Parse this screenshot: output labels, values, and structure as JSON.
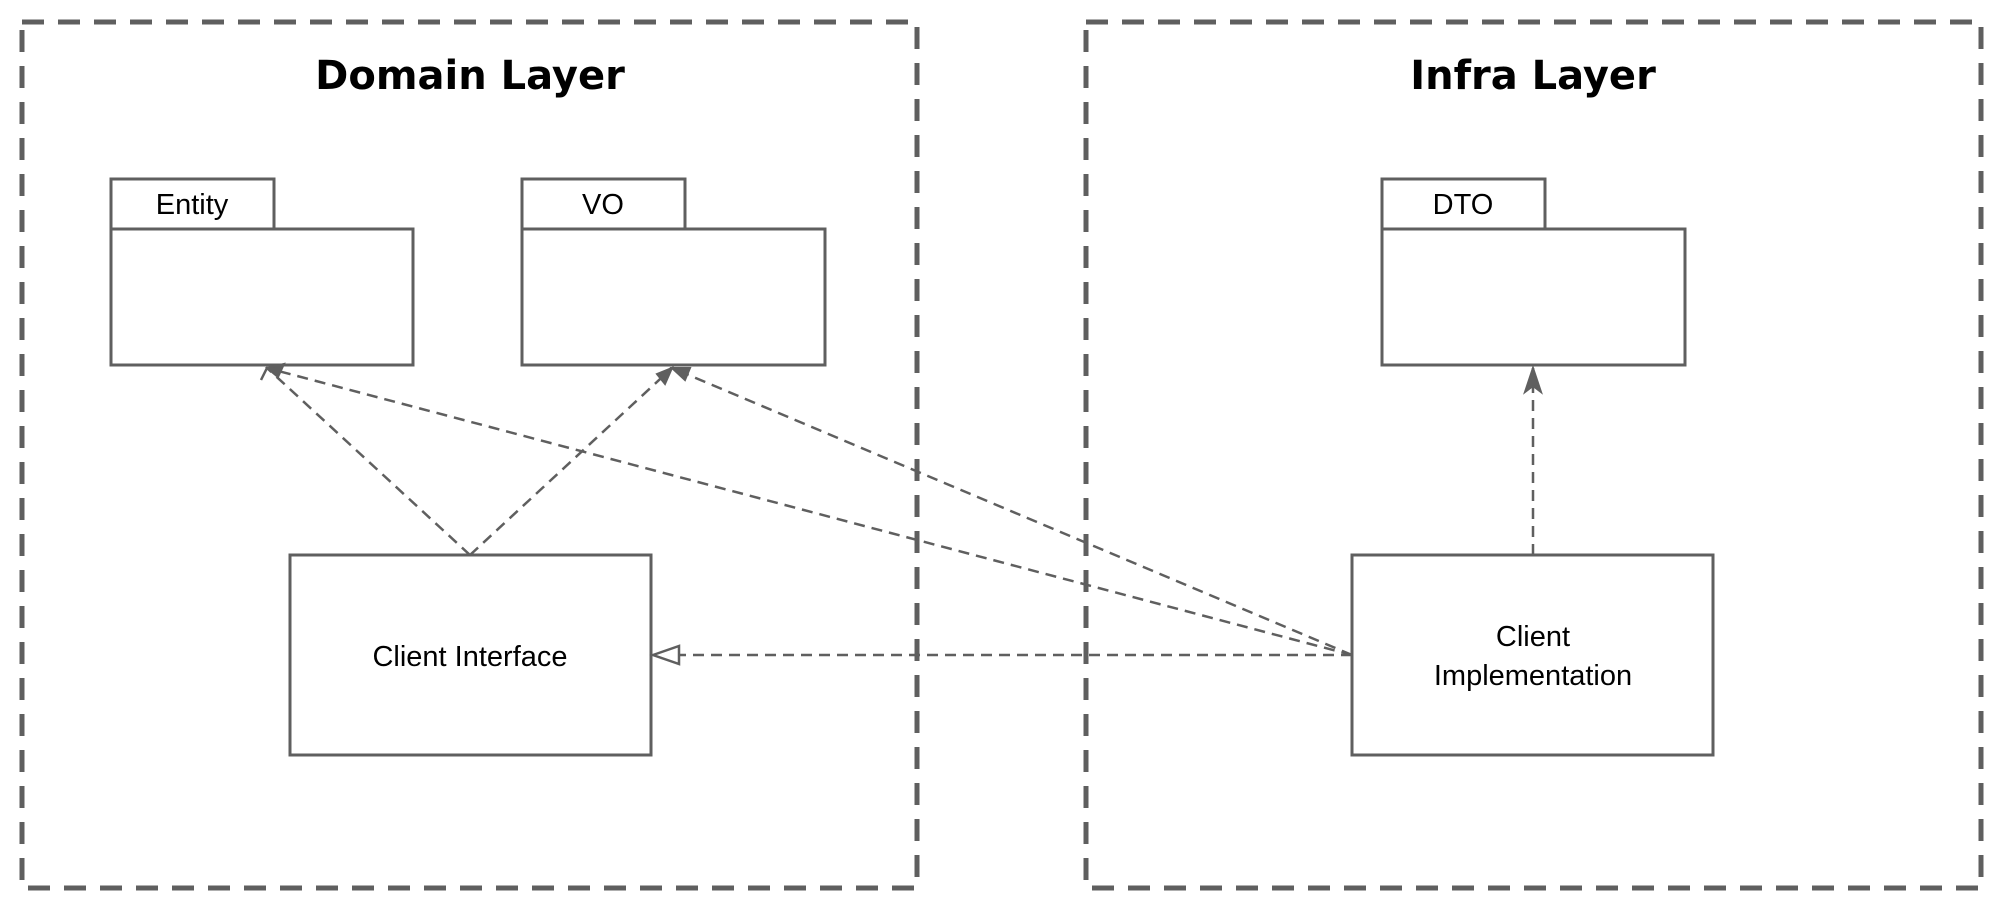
{
  "layers": {
    "domain": {
      "title": "Domain Layer"
    },
    "infra": {
      "title": "Infra Layer"
    }
  },
  "packages": {
    "entity": {
      "label": "Entity"
    },
    "vo": {
      "label": "VO"
    },
    "dto": {
      "label": "DTO"
    }
  },
  "classes": {
    "client_interface": {
      "label": "Client Interface"
    },
    "client_implementation": {
      "line1": "Client",
      "line2": "Implementation"
    }
  },
  "colors": {
    "stroke": "#5f5f5f",
    "background": "#ffffff",
    "text": "#000000"
  }
}
